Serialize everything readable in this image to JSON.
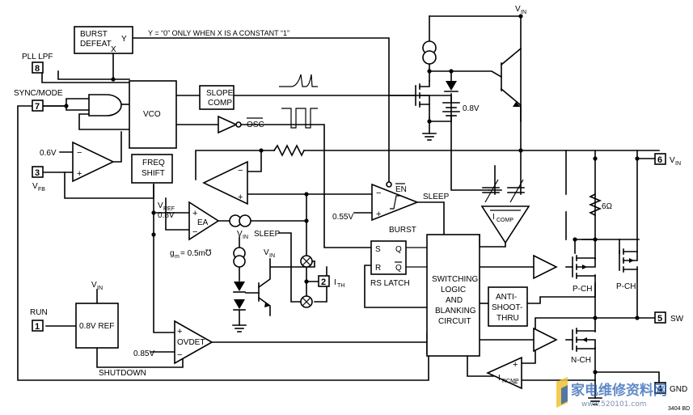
{
  "note": "Y = “0” ONLY WHEN X IS A CONSTANT “1”",
  "blocks": {
    "burst_defeat_1": "BURST",
    "burst_defeat_2": "DEFEAT",
    "burst_x": "X",
    "burst_y": "Y",
    "vco": "VCO",
    "slope_comp_1": "SLOPE",
    "slope_comp_2": "COMP",
    "freq_shift_1": "FREQ",
    "freq_shift_2": "SHIFT",
    "ea": "EA",
    "ref_block": "0.8V REF",
    "ovdet": "OVDET",
    "burst": "BURST",
    "rs_latch": "RS LATCH",
    "latch_s": "S",
    "latch_q": "Q",
    "latch_r": "R",
    "latch_qbar": "Q",
    "switching_1": "SWITCHING",
    "switching_2": "LOGIC",
    "switching_3": "AND",
    "switching_4": "BLANKING",
    "switching_5": "CIRCUIT",
    "anti_1": "ANTI-",
    "anti_2": "SHOOT-",
    "anti_3": "THRU",
    "icomp": "I",
    "icomp_sub": "COMP",
    "ircmp": "I",
    "ircmp_sub": "RCMP"
  },
  "pins": [
    {
      "num": "8",
      "label": "PLL LPF"
    },
    {
      "num": "7",
      "label": "SYNC/MODE"
    },
    {
      "num": "3",
      "label": "V",
      "sub": "FB"
    },
    {
      "num": "1",
      "label": "RUN"
    },
    {
      "num": "2",
      "label": "I",
      "sub": "TH"
    },
    {
      "num": "6",
      "label": "V",
      "sub": "IN"
    },
    {
      "num": "5",
      "label": "SW"
    },
    {
      "num": "4",
      "label": "GND"
    }
  ],
  "labels": {
    "vin": "V",
    "vin_sub": "IN",
    "v06": "0.6V",
    "v08_batt": "0.8V",
    "vref": "V",
    "vref_sub": "REF",
    "vref_val": "0.8V",
    "v055": "0.55V",
    "v085": "0.85V",
    "gm": "g",
    "gm_sub": "m",
    "gm_val": " = 0.5m℧",
    "sleep1": "SLEEP",
    "sleep2": "SLEEP",
    "osc": "OSC",
    "en": "EN",
    "shutdown": "SHUTDOWN",
    "r6": "6Ω",
    "pch1": "P-CH",
    "pch2": "P-CH",
    "nch": "N-CH",
    "fig_id": "3404 BD"
  },
  "watermark": {
    "main": "家电维修资料网",
    "url": "www.520101.com"
  }
}
